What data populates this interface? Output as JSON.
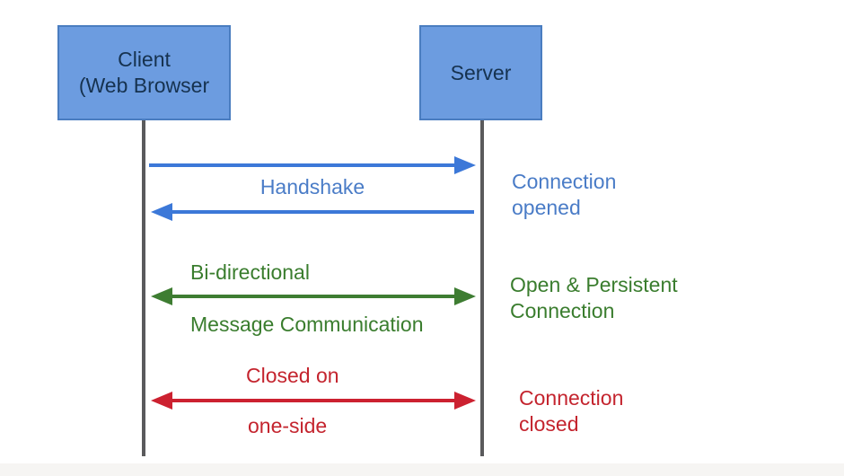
{
  "actors": {
    "client": {
      "name": "Client",
      "subtitle": "(Web Browser"
    },
    "server": {
      "name": "Server"
    }
  },
  "flows": {
    "handshake": {
      "label": "Handshake",
      "direction": "both-sequential"
    },
    "bidirectional": {
      "label_top": "Bi-directional",
      "label_bottom": "Message Communication",
      "direction": "double"
    },
    "close": {
      "label_top": "Closed on",
      "label_bottom": "one-side",
      "direction": "double"
    }
  },
  "states": {
    "opened": {
      "line1": "Connection",
      "line2": "opened"
    },
    "persistent": {
      "line1": "Open & Persistent",
      "line2": "Connection"
    },
    "closed": {
      "line1": "Connection",
      "line2": "closed"
    }
  },
  "colors": {
    "handshake_blue": "#3c78d8",
    "open_green": "#3e7d32",
    "closed_red": "#cc2130",
    "actor_box_fill": "#6c9ce0",
    "actor_box_border": "#4a7dc0",
    "lifeline_gray": "#5a5a5c",
    "bottom_strip": "#f6f5f3"
  }
}
